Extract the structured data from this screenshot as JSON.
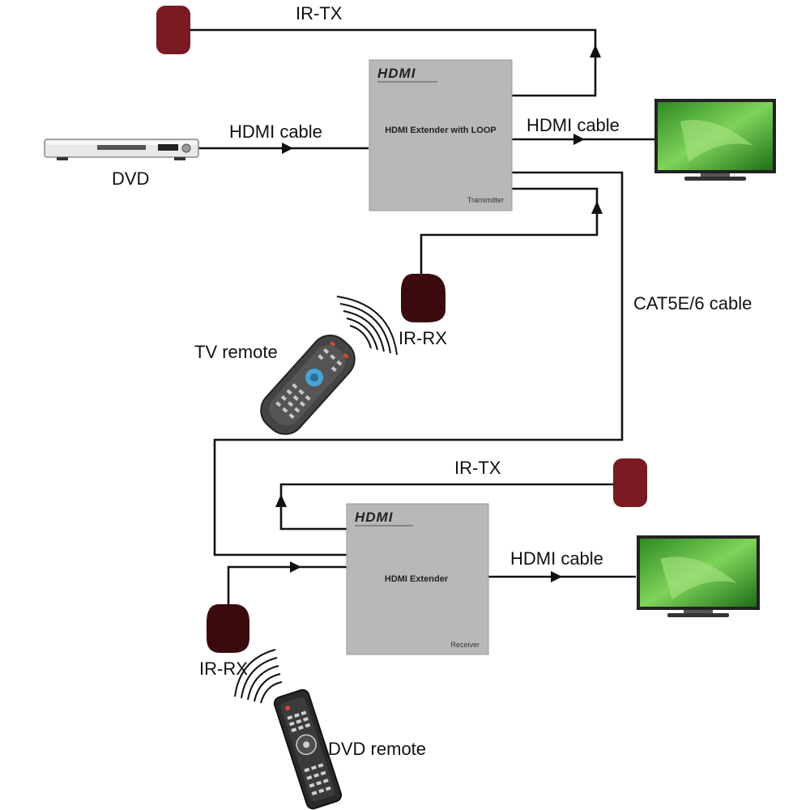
{
  "labels": {
    "ir_tx_top": "IR-TX",
    "hdmi_cable_in": "HDMI cable",
    "hdmi_cable_out_top": "HDMI cable",
    "dvd": "DVD",
    "cat_cable": "CAT5E/6 cable",
    "ir_rx_top": "IR-RX",
    "tv_remote": "TV remote",
    "ir_tx_bottom": "IR-TX",
    "hdmi_cable_out_bottom": "HDMI cable",
    "ir_rx_bottom": "IR-RX",
    "dvd_remote": "DVD remote"
  },
  "transmitter": {
    "logo": "HDMI",
    "title": "HDMI Extender with LOOP",
    "footer": "Transmitter"
  },
  "receiver": {
    "logo": "HDMI",
    "title": "HDMI Extender",
    "footer": "Receiver"
  },
  "colors": {
    "ir_tx": "#7a1a22",
    "ir_rx": "#3a0a0e",
    "box": "#b8b8b8",
    "tv_screen": "#4caf3a",
    "wire": "#111111"
  }
}
